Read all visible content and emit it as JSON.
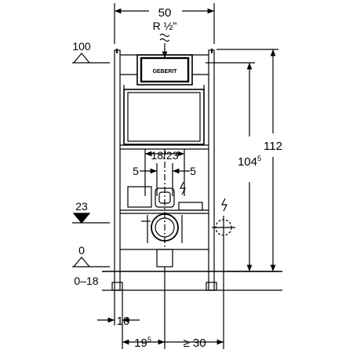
{
  "dimensions": {
    "frame_width": "50",
    "connection": "R ½\"",
    "level_top": "100",
    "level_mid": "23",
    "level_floor": "0",
    "floor_range": "0–18",
    "height_total": "112",
    "height_frame": "104",
    "height_frame_sup": "5",
    "drain_spacing": "18/23",
    "offset_left": "5",
    "offset_right": "5",
    "foot_width": "10",
    "wall_offset": "19",
    "wall_offset_sup": "5",
    "min_clearance": "≥ 30"
  },
  "brand": {
    "logo_text": "GEBERIT"
  }
}
